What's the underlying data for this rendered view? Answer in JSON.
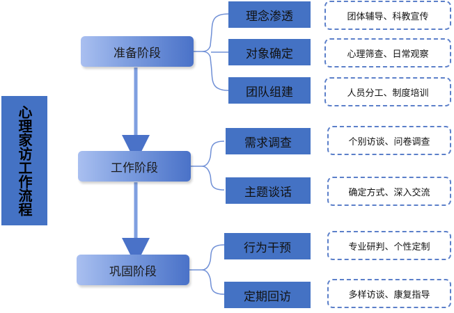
{
  "title": "心理家访工作流程",
  "stages": [
    {
      "label": "准备阶段",
      "items": [
        {
          "label": "理念渗透",
          "note": "团体辅导、科教宣传"
        },
        {
          "label": "对象确定",
          "note": "心理筛查、日常观察"
        },
        {
          "label": "团队组建",
          "note": "人员分工、制度培训"
        }
      ]
    },
    {
      "label": "工作阶段",
      "items": [
        {
          "label": "需求调查",
          "note": "个别访谈、问卷调查"
        },
        {
          "label": "主题谈话",
          "note": "确定方式、深入交流"
        }
      ]
    },
    {
      "label": "巩固阶段",
      "items": [
        {
          "label": "行为干预",
          "note": "专业研判、个性定制"
        },
        {
          "label": "定期回访",
          "note": "多样访谈、康复指导"
        }
      ]
    }
  ],
  "colors": {
    "accent": "#4472c4",
    "connector": "#6f8fd6",
    "dashed_border": "#5b7fc9"
  }
}
